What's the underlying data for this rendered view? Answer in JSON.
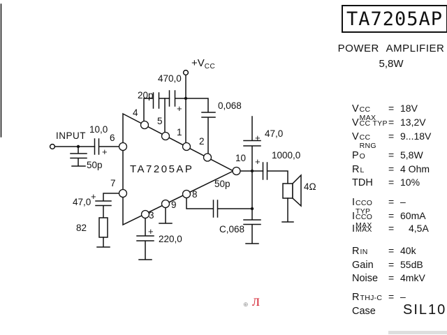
{
  "title": {
    "boxed": "TA7205AP",
    "subtitle": "POWER AMPLIFIER",
    "power": "5,8W"
  },
  "specs": {
    "lines": [
      {
        "main": "V",
        "sub": "CC MAX",
        "eq": "=",
        "val": "18V"
      },
      {
        "main": "V",
        "sub": "CC TYP",
        "eq": "=",
        "val": "13,2V"
      },
      {
        "main": "V",
        "sub": "CC RNG",
        "eq": "=",
        "val": "9...18V"
      },
      {
        "main": "P",
        "sub": "O",
        "eq": "=",
        "val": "5,8W"
      },
      {
        "main": "R",
        "sub": "L",
        "eq": "=",
        "val": "4 Ohm"
      },
      {
        "main": "TDH",
        "sub": "",
        "eq": "=",
        "val": "10%"
      },
      {
        "main": "I",
        "sub": "CCO TYP",
        "eq": "=",
        "val": "–"
      },
      {
        "main": "I",
        "sub": "CCO MAX",
        "eq": "=",
        "val": "60mA"
      },
      {
        "main": "I",
        "sub": "MAX",
        "eq": "=",
        "val": "4,5A"
      },
      {
        "main": "R",
        "sub": "IN",
        "eq": "=",
        "val": "40k"
      },
      {
        "main": "Gain",
        "sub": "",
        "eq": "=",
        "val": "55dB"
      },
      {
        "main": "Noise",
        "sub": "",
        "eq": "=",
        "val": "4mkV"
      },
      {
        "main": "R",
        "sub": "THJ-C",
        "eq": "=",
        "val": "–"
      },
      {
        "main": "Case",
        "sub": "",
        "eq": "",
        "val": "SIL10"
      }
    ]
  },
  "schematic": {
    "ic_label": "TA7205AP",
    "input": "INPUT",
    "vcc_main": "+V",
    "vcc_sub": "CC",
    "plus": "+",
    "c_input": "10,0",
    "c_input_gnd": "50p",
    "c_nfb": "47,0",
    "r_nfb": "82",
    "c_p4p5": "20p",
    "c_boot": "470,0",
    "c_vcc_gnd": "0,068",
    "c_p3": "220,0",
    "c_p8": "50p",
    "c_out_gnd": "C,068",
    "c_ripple": "47,0",
    "c_out": "1000,0",
    "speaker": "4Ω",
    "pins": {
      "p1": "1",
      "p2": "2",
      "p3": "3",
      "p4": "4",
      "p5": "5",
      "p6": "6",
      "p7": "7",
      "p8": "8",
      "p9": "9",
      "p10": "10"
    }
  },
  "watermark": {
    "gray": "⊕",
    "red": "Л"
  },
  "colors": {
    "line": "#111111",
    "red_watermark": "#d01020"
  }
}
